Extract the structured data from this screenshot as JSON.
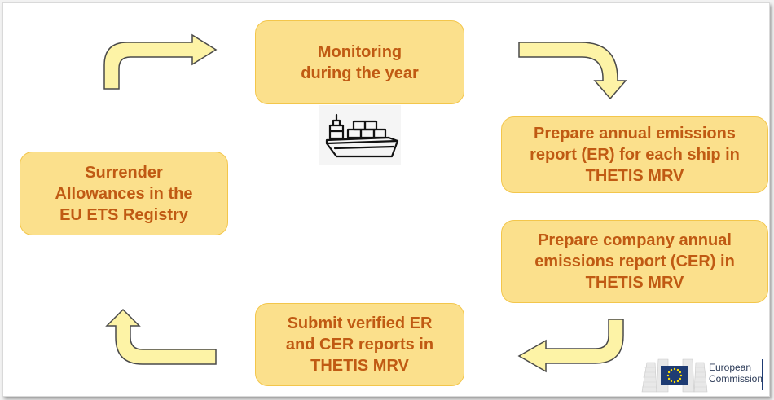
{
  "colors": {
    "box_fill": "#fbe08c",
    "box_border": "#f3c64b",
    "text": "#c05a13",
    "arrow_fill": "#fdf3a6",
    "arrow_stroke": "#4a4a4a",
    "eu_blue": "#1e3b73",
    "eu_star": "#ffe000"
  },
  "steps": [
    {
      "label": "Monitoring\nduring the year"
    },
    {
      "label": "Prepare annual emissions\nreport (ER) for each ship in\nTHETIS MRV"
    },
    {
      "label": "Prepare company annual\nemissions report (CER) in\nTHETIS MRV"
    },
    {
      "label": "Submit verified  ER\nand CER reports in\nTHETIS MRV"
    },
    {
      "label": "Surrender\nAllowances in the\nEU ETS Registry"
    }
  ],
  "icons": {
    "ship": "cargo-ship-icon",
    "logo": "european-commission-logo"
  },
  "logo": {
    "text": "European\nCommission"
  }
}
